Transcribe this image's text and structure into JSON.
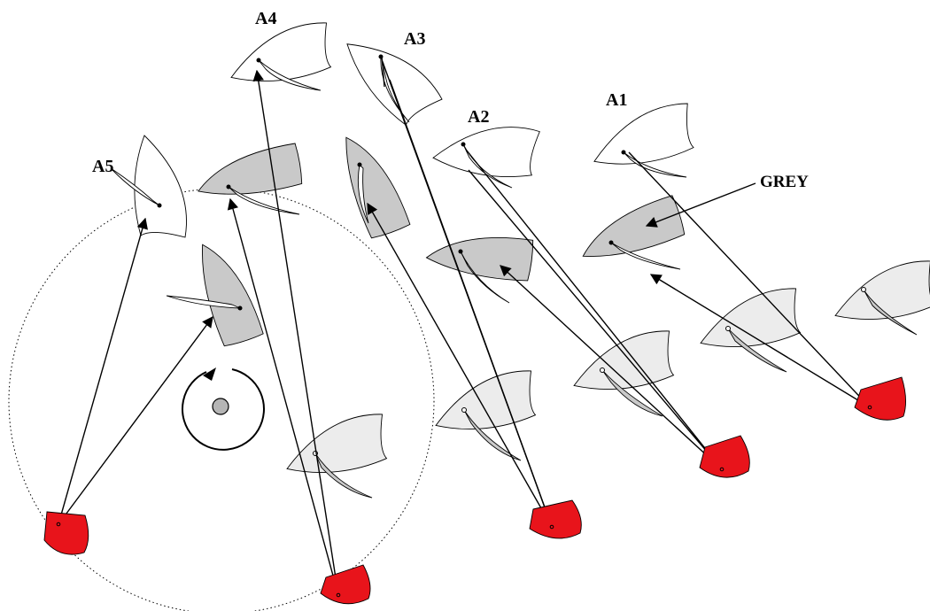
{
  "labels": {
    "a1": "A1",
    "a2": "A2",
    "a3": "A3",
    "a4": "A4",
    "a5": "A5",
    "grey": "GREY"
  },
  "colors": {
    "attacker_red": "#e8141b",
    "boat_dark_grey": "#c9c9c9",
    "boat_light_grey": "#ececec",
    "boat_white": "#ffffff",
    "mark": "#b5b5b5",
    "line": "#000000"
  },
  "legend": {
    "boats": [
      {
        "id": "A1",
        "fill": "boat_white"
      },
      {
        "id": "A2",
        "fill": "boat_white"
      },
      {
        "id": "A3",
        "fill": "boat_white"
      },
      {
        "id": "A4",
        "fill": "boat_white"
      },
      {
        "id": "A5",
        "fill": "boat_white"
      }
    ]
  }
}
